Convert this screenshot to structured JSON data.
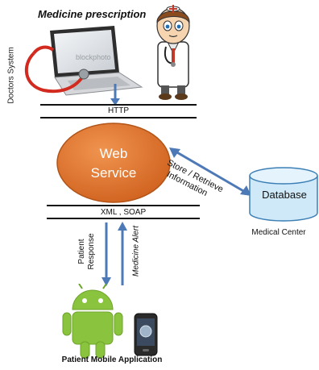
{
  "header": {
    "title": "Medicine prescription"
  },
  "doctors_system": {
    "label": "Doctors System",
    "watermark": "blockphoto"
  },
  "protocols": {
    "http": "HTTP",
    "xml_soap": "XML , SOAP"
  },
  "web_service": {
    "line1": "Web",
    "line2": "Service",
    "fill": "#e07b36"
  },
  "store_link": {
    "line1": "Store / Retrieve",
    "line2": "Information"
  },
  "database": {
    "label": "Database",
    "fill": "#cfe9f8",
    "site": "Medical Center"
  },
  "mobile": {
    "response_line1": "Patient",
    "response_line2": "Response",
    "alert": "Medicine Alert",
    "app_label": "Patient Mobile Application"
  },
  "colors": {
    "arrow": "#4d79b7",
    "android": "#8ac43f"
  },
  "icons": [
    "laptop-stethoscope-icon",
    "doctor-icon",
    "android-robot-icon",
    "smartphone-icon"
  ]
}
